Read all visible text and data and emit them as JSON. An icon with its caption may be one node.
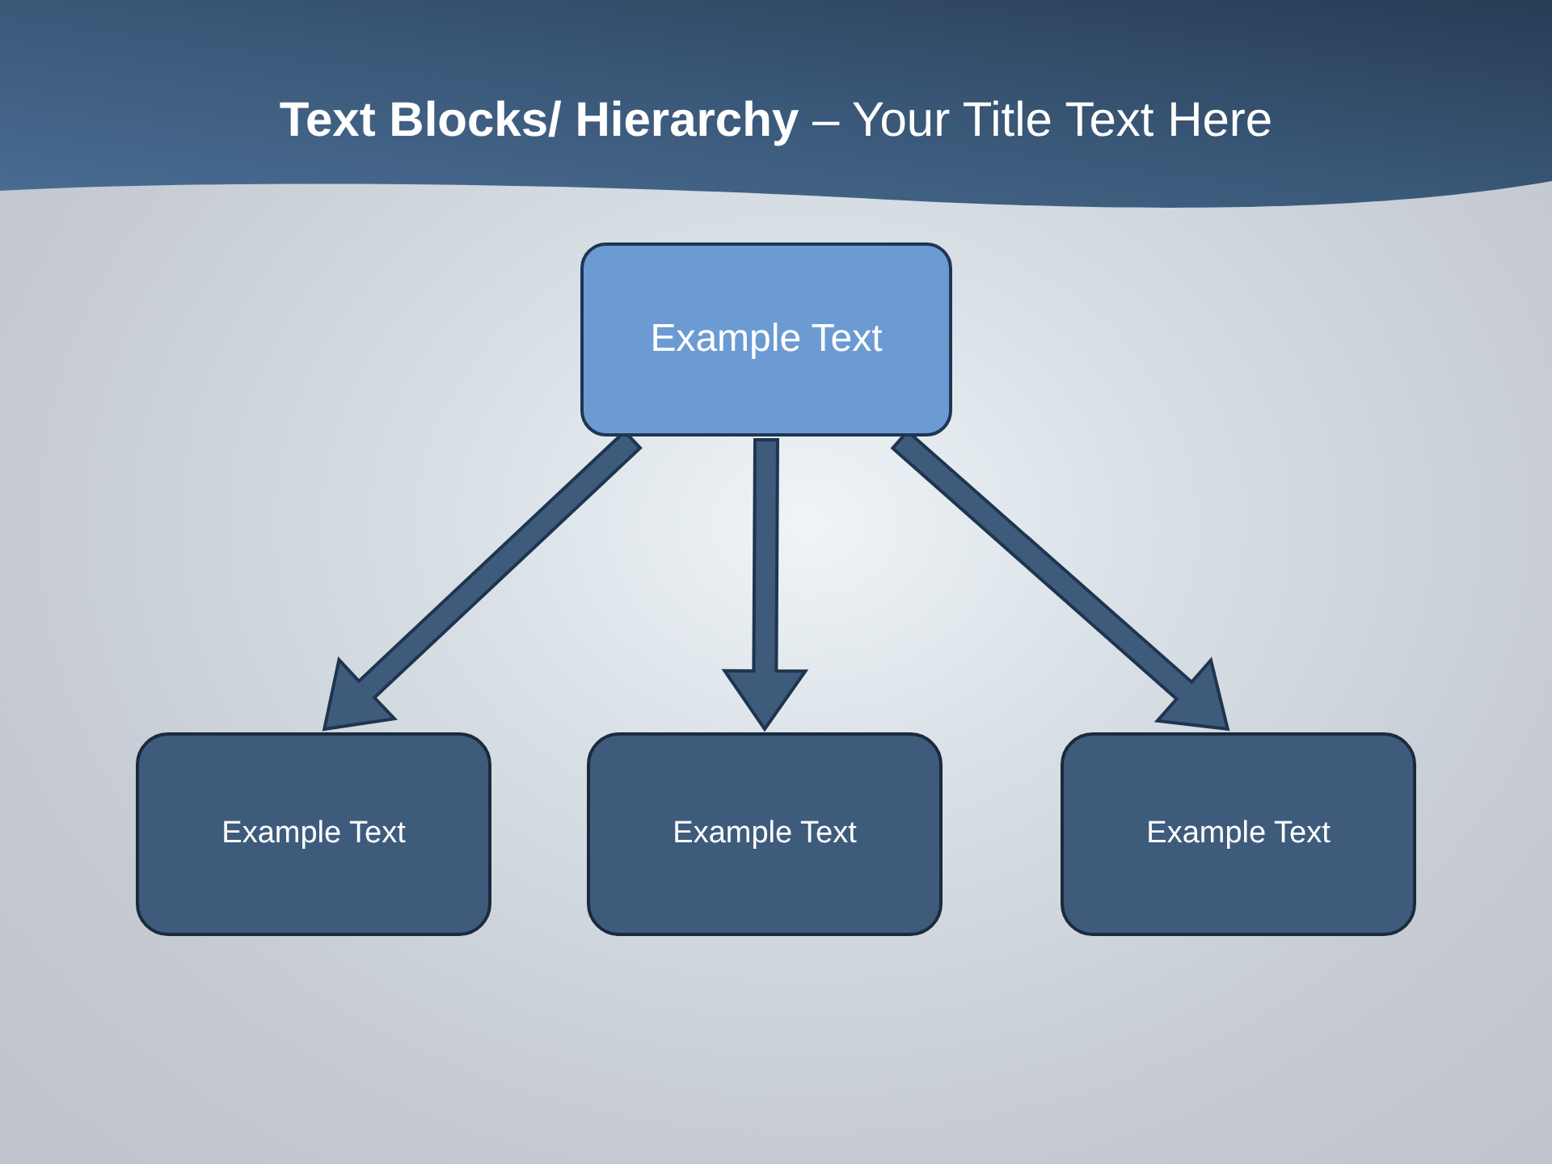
{
  "diagram": {
    "title": "**Text Blocks/ Hierarchy** – Your Title Text Here",
    "nodes": [
      {
        "text": [
          "Example Text"
        ]
      },
      {
        "text": [
          "Example Text"
        ]
      },
      {
        "text": [
          "Example Text"
        ]
      },
      {
        "text": [
          "Example Text"
        ]
      }
    ],
    "edges": [
      {
        "from": 0,
        "to": 1,
        "arrow": "to"
      },
      {
        "from": 0,
        "to": 2,
        "arrow": "to"
      },
      {
        "from": 0,
        "to": 3,
        "arrow": "to"
      }
    ]
  }
}
